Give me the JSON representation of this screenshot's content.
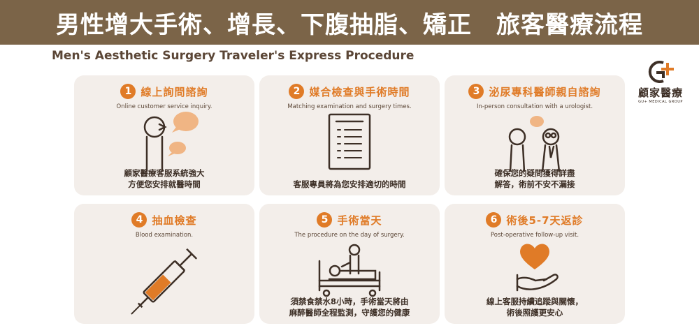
{
  "header": {
    "title": "男性增大手術、增長、下腹抽脂、矯正　旅客醫療流程",
    "subtitle": "Men's Aesthetic Surgery Traveler's Express Procedure"
  },
  "logo": {
    "name": "顧家醫療",
    "sub": "GU+ MEDICAL GROUP"
  },
  "colors": {
    "accent": "#e07b27",
    "banner": "#7b6448",
    "card": "#f3eeea"
  },
  "steps": [
    {
      "num": "1",
      "title": "線上詢問諮詢",
      "en": "Online customer service inquiry.",
      "desc": "顧家醫療客服系統強大\n方便您安排就醫時間",
      "icon": "chat-person-icon"
    },
    {
      "num": "2",
      "title": "媒合檢查與手術時間",
      "en": "Matching examination and surgery times.",
      "desc": "客服專員將為您安排適切的時間",
      "icon": "clipboard-icon"
    },
    {
      "num": "3",
      "title": "泌尿專科醫師親自諮詢",
      "en": "In-person consultation with a urologist.",
      "desc": "確保您的疑問獲得詳盡\n解答，術前不安不漏接",
      "icon": "doctor-consult-icon"
    },
    {
      "num": "4",
      "title": "抽血檢查",
      "en": "Blood examination.",
      "desc": "",
      "icon": "syringe-icon"
    },
    {
      "num": "5",
      "title": "手術當天",
      "en": "The procedure on the day of surgery.",
      "desc": "須禁食禁水8小時，手術當天將由\n麻醉醫師全程監測，守護您的健康",
      "icon": "hospital-bed-icon"
    },
    {
      "num": "6",
      "title": "術後5-7天返診",
      "en": "Post-operative follow-up visit.",
      "desc": "線上客服持續追蹤與關懷，\n術後照護更安心",
      "icon": "heart-hand-icon"
    }
  ]
}
